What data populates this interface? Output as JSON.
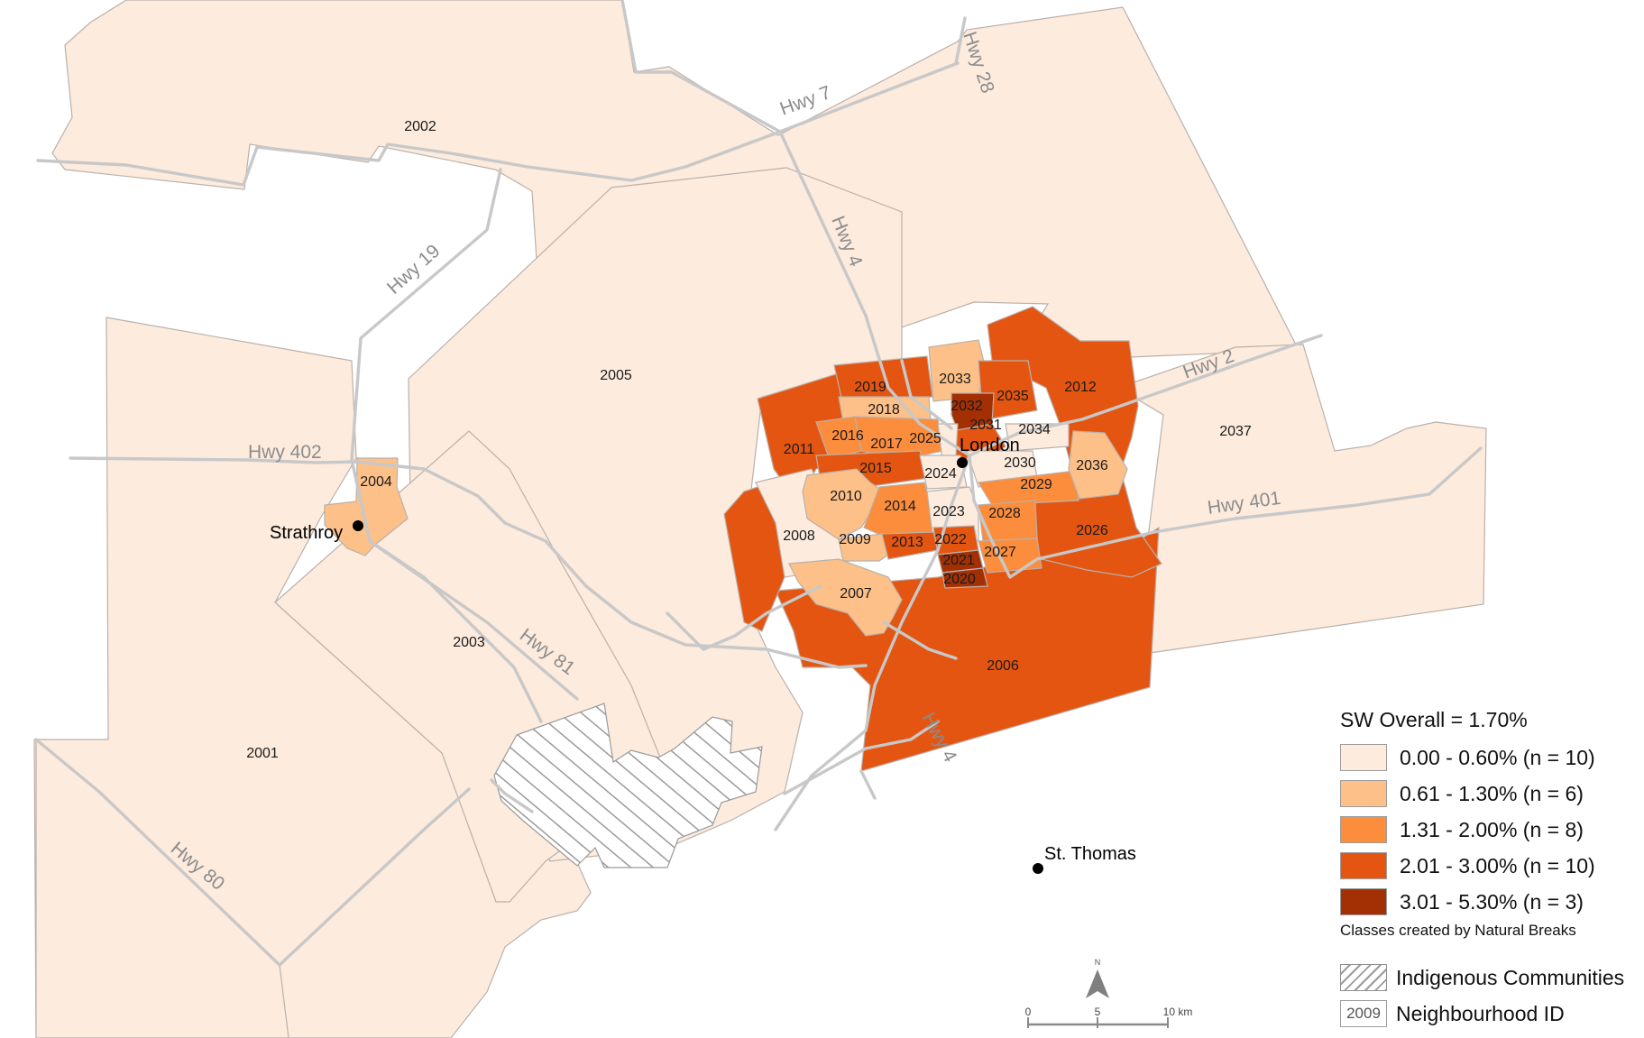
{
  "map": {
    "colors": {
      "class0": "#fdebdd",
      "class1": "#fdc088",
      "class2": "#fc8d3c",
      "class3": "#e45511",
      "class4": "#a33005",
      "indigenous_hatch": "#9a9a9a"
    },
    "neighbourhoods": [
      {
        "id": "2001",
        "class": "0.00 - 0.60%"
      },
      {
        "id": "2002",
        "class": "0.00 - 0.60%"
      },
      {
        "id": "2003",
        "class": "0.00 - 0.60%"
      },
      {
        "id": "2004",
        "class": "0.61 - 1.30%"
      },
      {
        "id": "2005",
        "class": "0.00 - 0.60%"
      },
      {
        "id": "2006",
        "class": "2.01 - 3.00%"
      },
      {
        "id": "2007",
        "class": "0.61 - 1.30%"
      },
      {
        "id": "2008",
        "class": "0.00 - 0.60%"
      },
      {
        "id": "2009",
        "class": "0.61 - 1.30%"
      },
      {
        "id": "2010",
        "class": "0.61 - 1.30%"
      },
      {
        "id": "2011",
        "class": "2.01 - 3.00%"
      },
      {
        "id": "2012",
        "class": "2.01 - 3.00%"
      },
      {
        "id": "2013",
        "class": "2.01 - 3.00%"
      },
      {
        "id": "2014",
        "class": "1.31 - 2.00%"
      },
      {
        "id": "2015",
        "class": "2.01 - 3.00%"
      },
      {
        "id": "2016",
        "class": "1.31 - 2.00%"
      },
      {
        "id": "2017",
        "class": "1.31 - 2.00%"
      },
      {
        "id": "2018",
        "class": "0.61 - 1.30%"
      },
      {
        "id": "2019",
        "class": "2.01 - 3.00%"
      },
      {
        "id": "2020",
        "class": "3.01 - 5.30%"
      },
      {
        "id": "2021",
        "class": "3.01 - 5.30%"
      },
      {
        "id": "2022",
        "class": "2.01 - 3.00%"
      },
      {
        "id": "2023",
        "class": "0.00 - 0.60%"
      },
      {
        "id": "2024",
        "class": "0.00 - 0.60%"
      },
      {
        "id": "2025",
        "class": "0.00 - 0.60%"
      },
      {
        "id": "2026",
        "class": "2.01 - 3.00%"
      },
      {
        "id": "2027",
        "class": "1.31 - 2.00%"
      },
      {
        "id": "2028",
        "class": "1.31 - 2.00%"
      },
      {
        "id": "2029",
        "class": "1.31 - 2.00%"
      },
      {
        "id": "2030",
        "class": "0.00 - 0.60%"
      },
      {
        "id": "2031",
        "class": "2.01 - 3.00%"
      },
      {
        "id": "2032",
        "class": "3.01 - 5.30%"
      },
      {
        "id": "2033",
        "class": "1.31 - 2.00%"
      },
      {
        "id": "2034",
        "class": "0.00 - 0.60%"
      },
      {
        "id": "2035",
        "class": "2.01 - 3.00%"
      },
      {
        "id": "2036",
        "class": "0.61 - 1.30%"
      },
      {
        "id": "2037",
        "class": "0.00 - 0.60%"
      }
    ],
    "highways": {
      "hwy7": "Hwy 7",
      "hwy28": "Hwy 28",
      "hwy19": "Hwy 19",
      "hwy4_north": "Hwy 4",
      "hwy2": "Hwy 2",
      "hwy402": "Hwy 402",
      "hwy401": "Hwy 401",
      "hwy81": "Hwy 81",
      "hwy4_south": "Hwy 4",
      "hwy80": "Hwy 80"
    },
    "towns": {
      "strathroy": "Strathroy",
      "london": "London",
      "st_thomas": "St. Thomas"
    },
    "north_arrow": "N",
    "scale": {
      "zero": "0",
      "mid": "5",
      "end": "10 km"
    }
  },
  "legend": {
    "title": "SW Overall = 1.70%",
    "classes": [
      {
        "label": "0.00 - 0.60% (n = 10)",
        "color": "#fdebdd"
      },
      {
        "label": "0.61 - 1.30% (n = 6)",
        "color": "#fdc088"
      },
      {
        "label": "1.31 - 2.00% (n = 8)",
        "color": "#fc8d3c"
      },
      {
        "label": "2.01 - 3.00% (n = 10)",
        "color": "#e45511"
      },
      {
        "label": "3.01 - 5.30% (n = 3)",
        "color": "#a33005"
      }
    ],
    "note": "Classes created by Natural Breaks",
    "indigenous_label": "Indigenous Communities",
    "id_sample": "2009",
    "id_label": "Neighbourhood ID"
  }
}
